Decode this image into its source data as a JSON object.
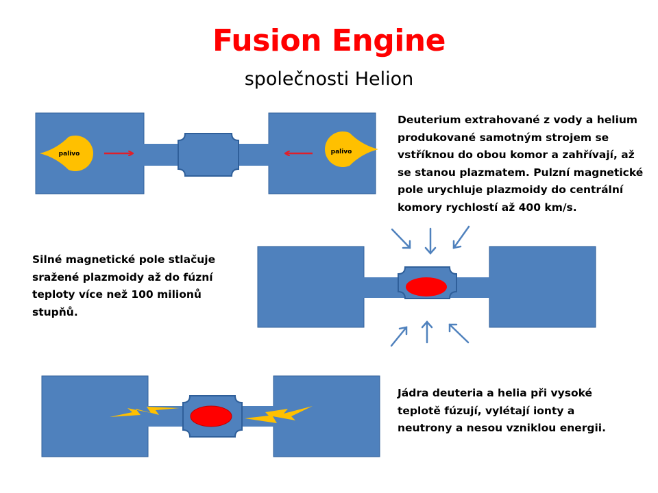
{
  "title": "Fusion Engine",
  "subtitle": "společnosti Helion",
  "paragraphs": {
    "p1": "Deuterium extrahované z vody a helium produkované samotným strojem se vstříknou do obou komor a zahřívají, až se stanou plazmatem. Pulzní magnetické pole urychluje plazmoidy do centrální komory rychlostí až 400 km/s.",
    "p2": "Silné magnetické pole stlačuje sražené plazmoidy až do fúzní teploty více než 100 milionů stupňů.",
    "p3": "Jádra deuteria a helia při vysoké teplotě fúzují, vylétají ionty a neutrony a nesou vzniklou energii."
  },
  "fuel_label": "palivo",
  "colors": {
    "title": "#ff0000",
    "chamber": "#4f81bd",
    "chamber_stroke": "#2f5f9a",
    "fuel": "#ffc000",
    "plasma": "#ff0000",
    "arrow_red": "#e0202a",
    "arrow_blue": "#4f81bd",
    "lightning": "#ffc000"
  }
}
